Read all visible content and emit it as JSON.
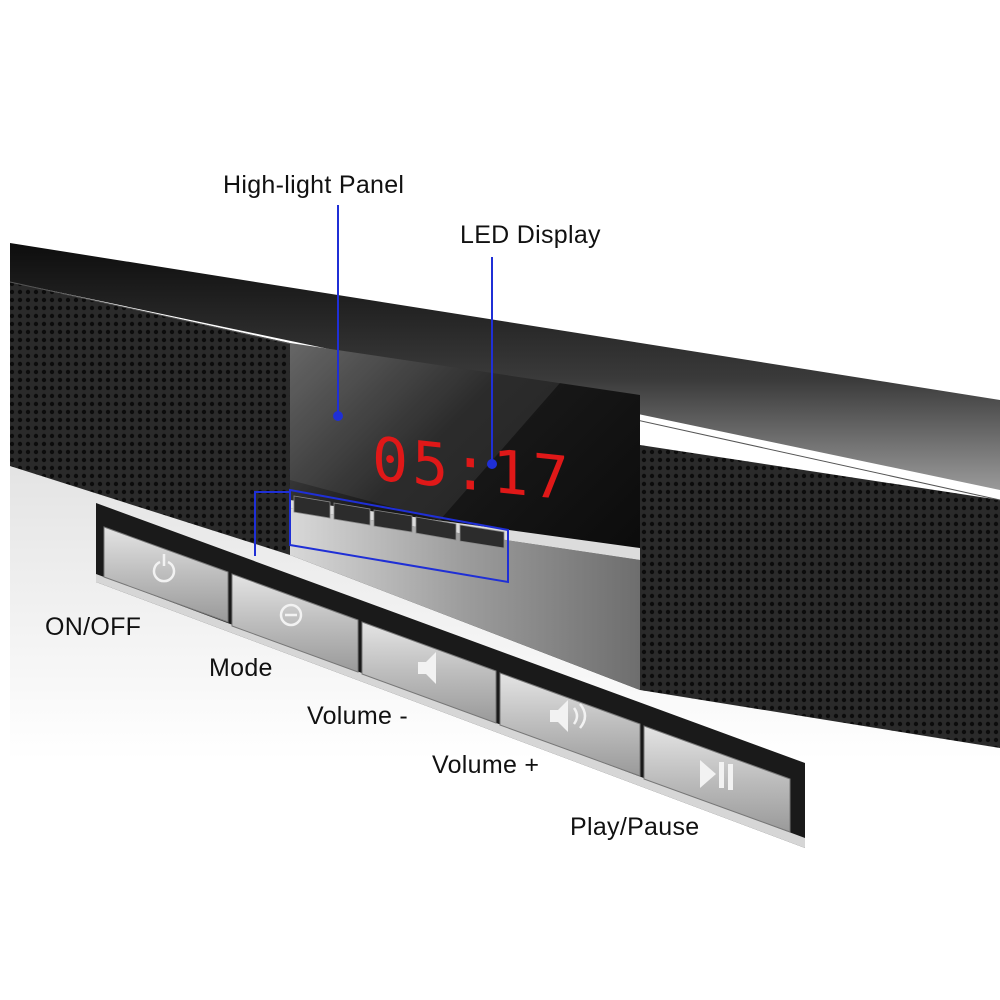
{
  "callouts": {
    "highlight_panel": "High-light Panel",
    "led_display": "LED Display",
    "on_off": "ON/OFF",
    "mode": "Mode",
    "volume_minus": "Volume -",
    "volume_plus": "Volume +",
    "play_pause": "Play/Pause"
  },
  "display": {
    "time": "05:17"
  },
  "colors": {
    "leader_line": "#1f2fd6",
    "led_digits": "#e01818"
  },
  "icons": [
    "power-icon",
    "mode-icon",
    "volume-down-icon",
    "volume-up-icon",
    "play-pause-icon"
  ]
}
